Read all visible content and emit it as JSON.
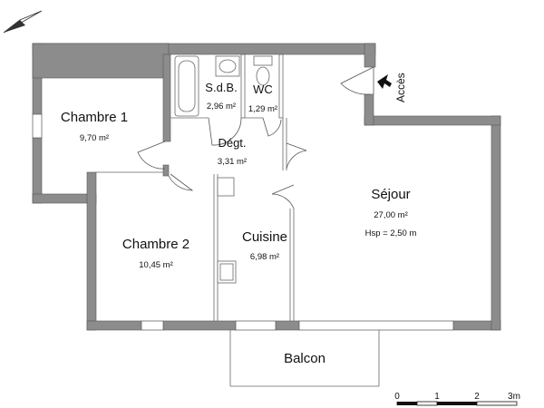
{
  "rooms": {
    "chambre1": {
      "name": "Chambre 1",
      "area": "9,70 m²"
    },
    "chambre2": {
      "name": "Chambre 2",
      "area": "10,45 m²"
    },
    "sdb": {
      "name": "S.d.B.",
      "area": "2,96 m²"
    },
    "wc": {
      "name": "WC",
      "area": "1,29 m²"
    },
    "degt": {
      "name": "Dégt.",
      "area": "3,31 m²"
    },
    "sejour": {
      "name": "Séjour",
      "area": "27,00 m²",
      "height": "Hsp = 2,50 m"
    },
    "cuisine": {
      "name": "Cuisine",
      "area": "6,98 m²"
    },
    "balcon": {
      "name": "Balcon"
    }
  },
  "access": {
    "label": "Accès"
  },
  "scale": {
    "ticks": [
      "0",
      "1",
      "2",
      "3m"
    ]
  },
  "colors": {
    "wall": "#8c8c8c",
    "line": "#555555"
  }
}
